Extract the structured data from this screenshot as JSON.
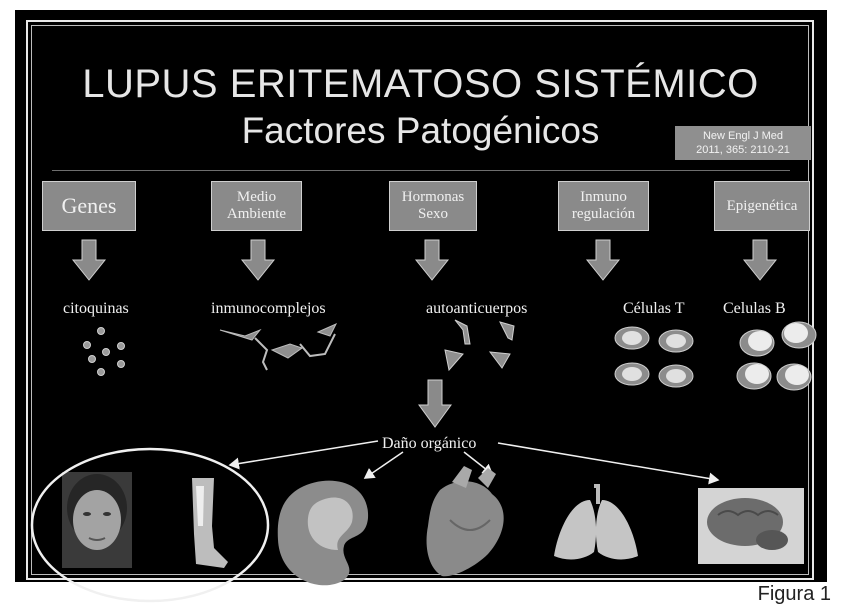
{
  "title": "LUPUS ERITEMATOSO SISTÉMICO",
  "subtitle": "Factores Patogénicos",
  "reference": "New Engl J Med\n2011, 365: 2110-21",
  "factors": [
    {
      "label": "Genes"
    },
    {
      "label": "Medio\nAmbiente"
    },
    {
      "label": "Hormonas\nSexo"
    },
    {
      "label": "Inmuno\nregulación"
    },
    {
      "label": "Epigenética"
    }
  ],
  "mediators": [
    "citoquinas",
    "inmunocomplejos",
    "autoanticuerpos",
    "Células T",
    "Celulas B"
  ],
  "damage_label": "Daño orgánico",
  "organs": [
    "face",
    "leg-joints",
    "kidney",
    "heart",
    "lungs",
    "brain"
  ],
  "figure_label": "Figura 1"
}
